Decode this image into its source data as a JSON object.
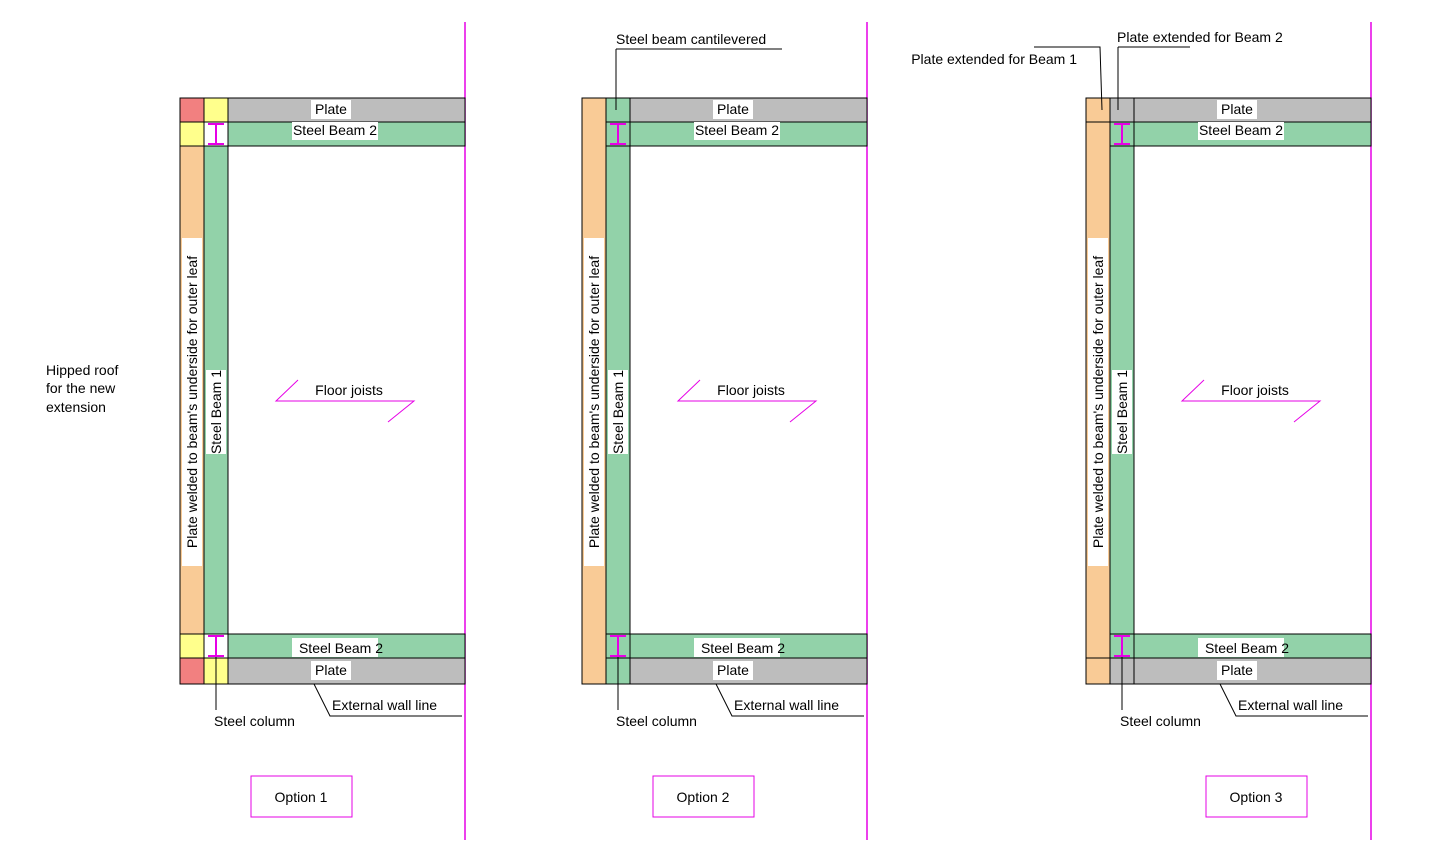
{
  "colors": {
    "plate": "#BDBDBD",
    "beam": "#92D2A9",
    "outer_plate": "#F9CB96",
    "corner_red": "#F28080",
    "corner_yellow": "#FFFF8C",
    "wall_line": "#E600E6",
    "stroke": "#000000"
  },
  "annotations": {
    "hipped_roof_line1": "Hipped roof",
    "hipped_roof_line2": "for the new",
    "hipped_roof_line3": "extension"
  },
  "options": [
    {
      "caption": "Option 1",
      "plate_top": "Plate",
      "beam2_top": "Steel Beam 2",
      "beam2_bottom": "Steel Beam 2",
      "plate_bottom": "Plate",
      "beam1": "Steel Beam 1",
      "outer_plate": "Plate welded to beam's underside for outer leaf",
      "floor_joists": "Floor joists",
      "steel_column": "Steel column",
      "external_wall_line": "External wall line"
    },
    {
      "caption": "Option 2",
      "plate_top": "Plate",
      "beam2_top": "Steel Beam 2",
      "beam2_bottom": "Steel Beam 2",
      "plate_bottom": "Plate",
      "beam1": "Steel Beam 1",
      "outer_plate": "Plate welded to beam's underside for outer leaf",
      "floor_joists": "Floor joists",
      "steel_column": "Steel column",
      "external_wall_line": "External wall line",
      "cantilever_label": "Steel beam cantilevered"
    },
    {
      "caption": "Option 3",
      "plate_top": "Plate",
      "beam2_top": "Steel Beam 2",
      "beam2_bottom": "Steel Beam 2",
      "plate_bottom": "Plate",
      "beam1": "Steel Beam 1",
      "outer_plate": "Plate welded to beam's underside for outer leaf",
      "floor_joists": "Floor joists",
      "steel_column": "Steel column",
      "external_wall_line": "External wall line",
      "plate_ext_beam1": "Plate extended for Beam 1",
      "plate_ext_beam2": "Plate extended for Beam 2"
    }
  ]
}
